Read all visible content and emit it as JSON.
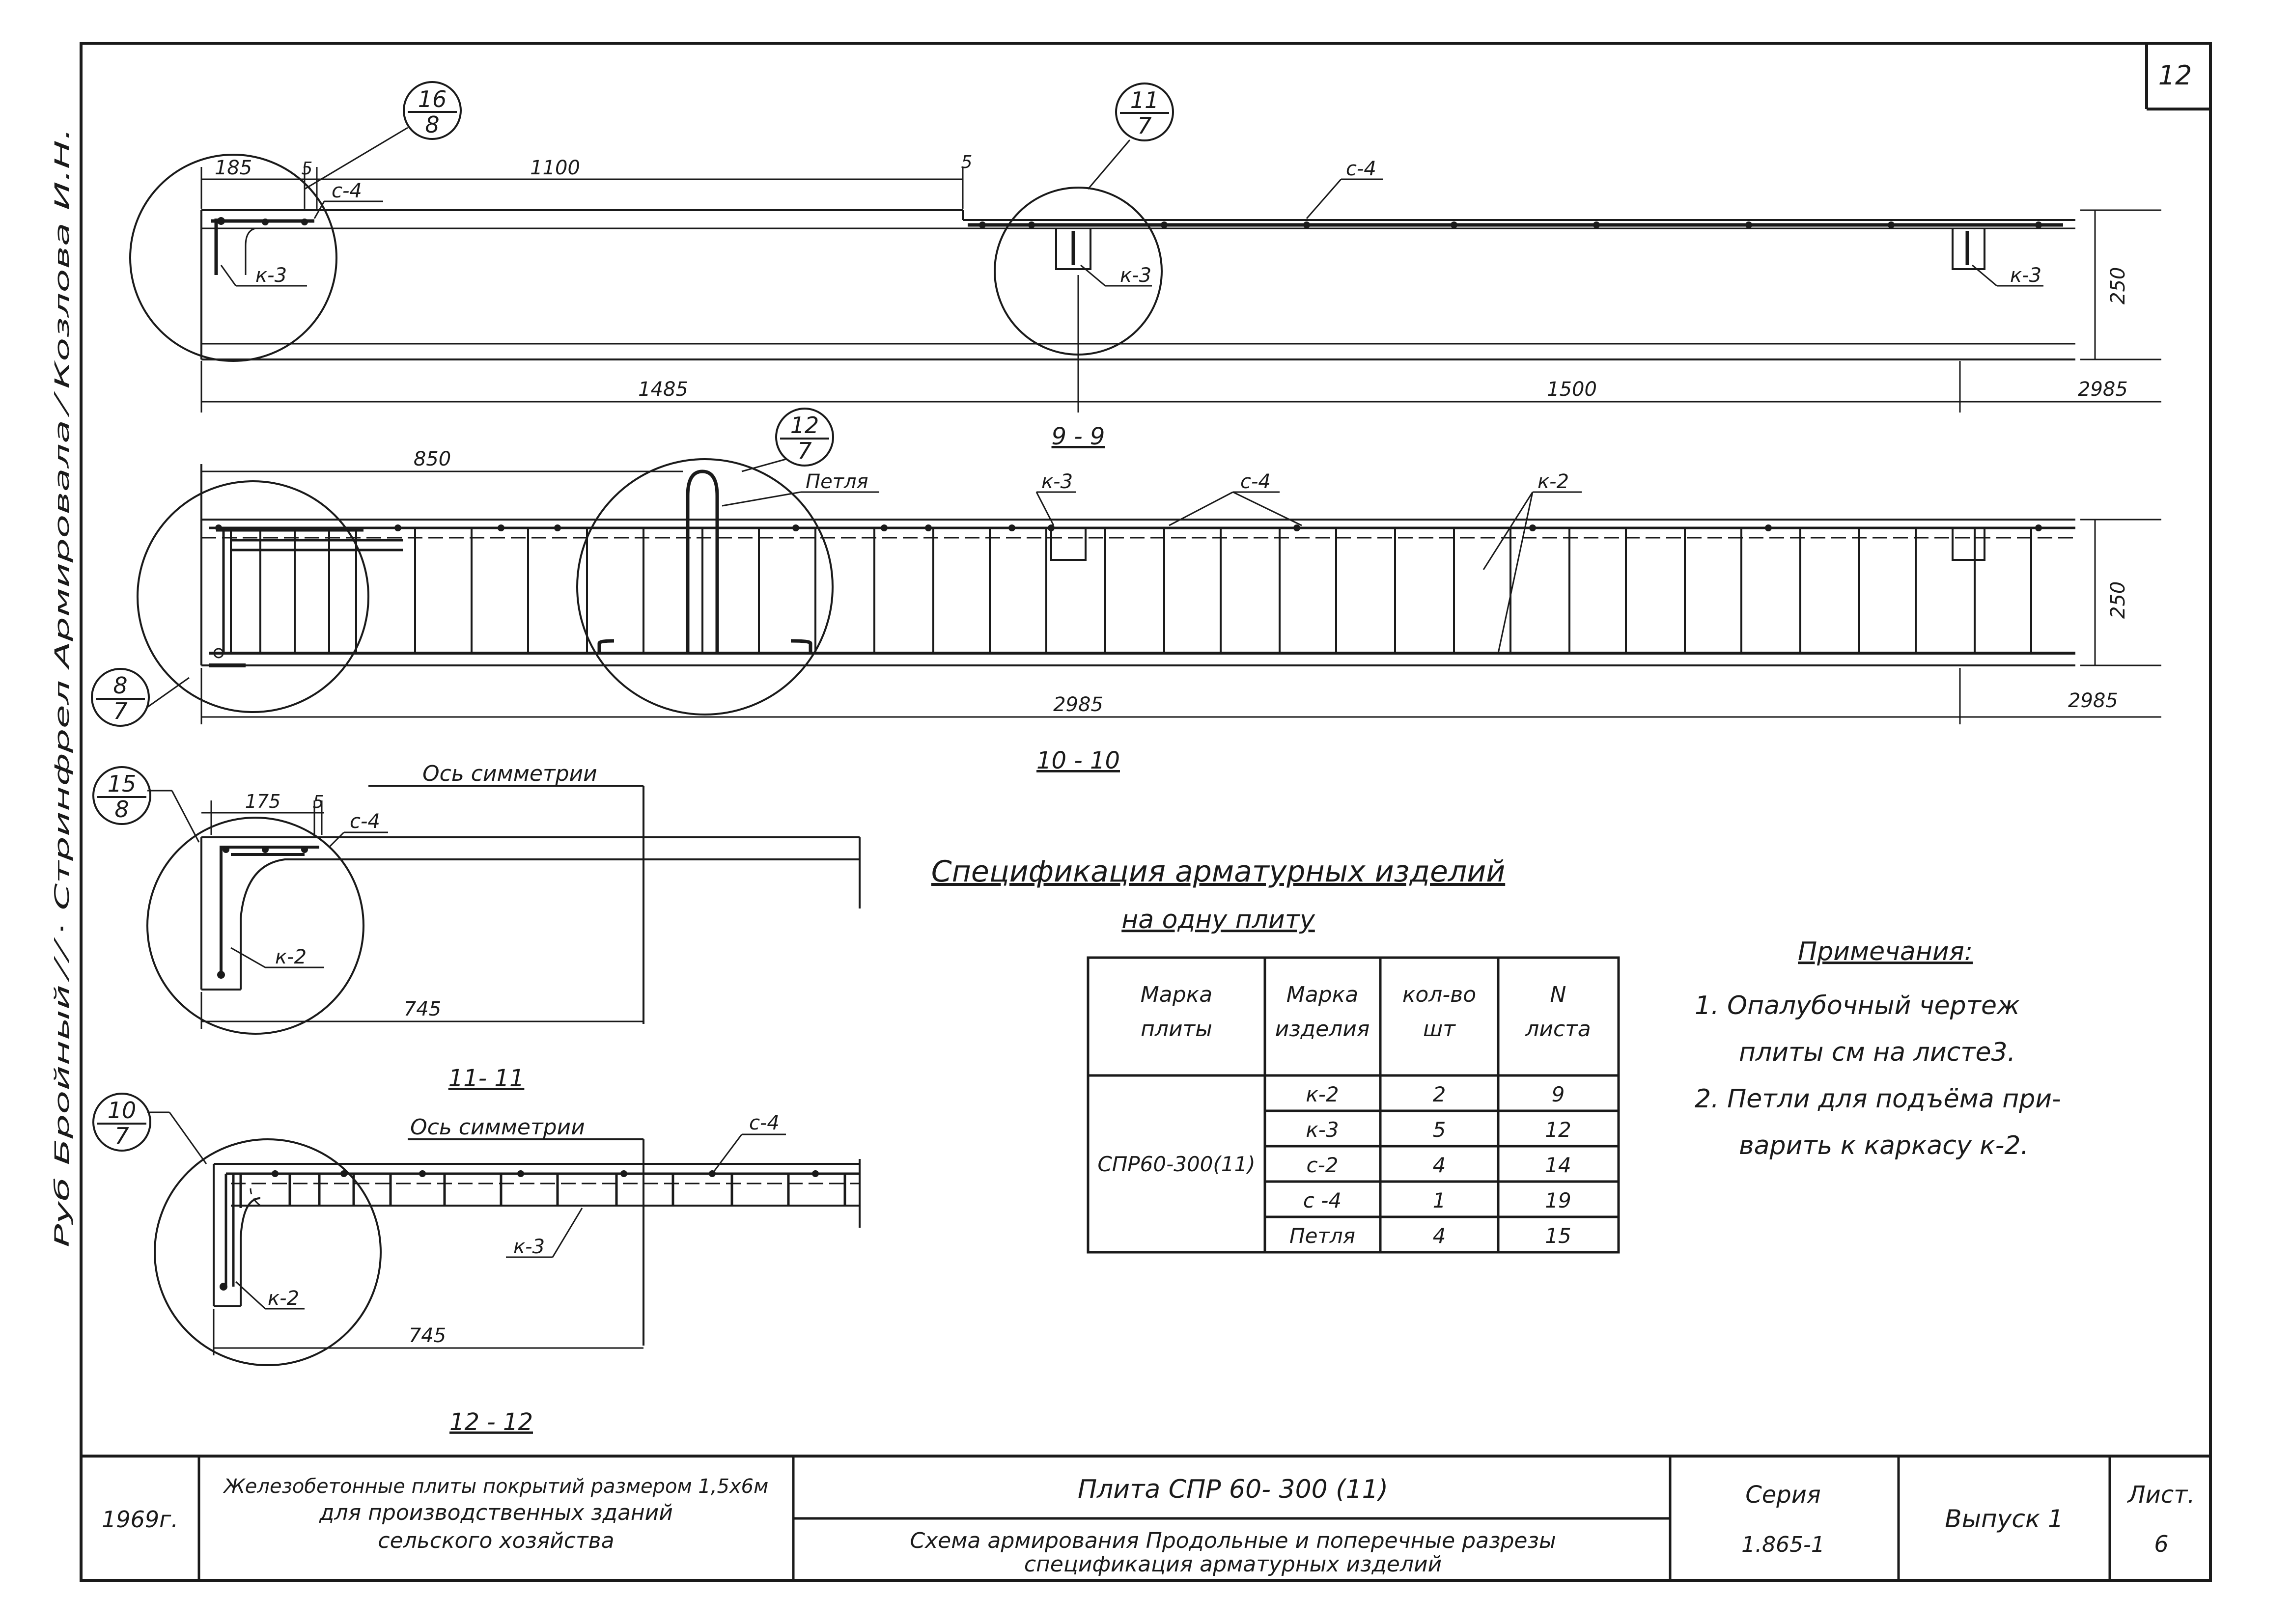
{
  "sheet": {
    "page_number": "12",
    "side_stamp": "Руб Бройный  ⁄ ⁄ ⋅   Стринфрел  Армировала  ⁄  Козлова И.Н."
  },
  "section_9_9": {
    "label": "9 - 9",
    "dims": {
      "d185": "185",
      "d5a": "5",
      "d1100": "1100",
      "d5b": "5",
      "d1485": "1485",
      "d1500": "1500",
      "d2985": "2985",
      "d250": "250"
    },
    "callouts": {
      "c1_top": "16",
      "c1_bot": "8",
      "c2_top": "11",
      "c2_bot": "7"
    },
    "labels": {
      "c4_left": "с-4",
      "c4_right": "с-4",
      "k3_left": "к-3",
      "k3_mid": "к-3",
      "k3_right": "к-3"
    }
  },
  "section_10_10": {
    "label": "10 - 10",
    "dims": {
      "d850": "850",
      "d2985": "2985",
      "d2985_right": "2985",
      "d250": "250"
    },
    "callouts": {
      "c1_top": "12",
      "c1_bot": "7",
      "c2_top": "8",
      "c2_bot": "7"
    },
    "labels": {
      "petlya": "Петля",
      "k3": "к-3",
      "c4": "с-4",
      "k2": "к-2"
    }
  },
  "section_11_11": {
    "label": "11- 11",
    "axis_label": "Ось симметрии",
    "dims": {
      "d175": "175",
      "d5": "5",
      "d745": "745"
    },
    "callout": {
      "top": "15",
      "bot": "8"
    },
    "labels": {
      "c4": "с-4",
      "k2": "к-2"
    }
  },
  "section_12_12": {
    "label": "12 - 12",
    "axis_label": "Ось симметрии",
    "dims": {
      "d745": "745"
    },
    "callout": {
      "top": "10",
      "bot": "7"
    },
    "labels": {
      "c4": "с-4",
      "k3": "к-3",
      "k2": "к-2"
    }
  },
  "spec": {
    "title": "Спецификация  арматурных  изделий",
    "subtitle": "на одну плиту",
    "headers": [
      [
        "Марка",
        "плиты"
      ],
      [
        "Марка",
        "изделия"
      ],
      [
        "кол-во",
        "шт"
      ],
      [
        "N",
        "листа"
      ]
    ],
    "slab_mark": "СПР60-300(11)",
    "rows": [
      {
        "item": "к-2",
        "qty": "2",
        "sheet": "9"
      },
      {
        "item": "к-3",
        "qty": "5",
        "sheet": "12"
      },
      {
        "item": "с-2",
        "qty": "4",
        "sheet": "14"
      },
      {
        "item": "с -4",
        "qty": "1",
        "sheet": "19"
      },
      {
        "item": "Петля",
        "qty": "4",
        "sheet": "15"
      }
    ]
  },
  "notes": {
    "title": "Примечания:",
    "lines": [
      "1.  Опалубочный  чертеж",
      "плиты  см  на  листе3.",
      "2.  Петли  для  подъёма  при-",
      "варить  к  каркасу  к-2."
    ]
  },
  "title_block": {
    "year": "1969г.",
    "desc": [
      "Железобетонные плиты покрытий размером 1,5х6м",
      "для  производственных  зданий",
      "сельского  хозяйства"
    ],
    "plate": "Плита  СПР 60- 300 (11)",
    "scheme": [
      "Схема армирования  Продольные  и  поперечные  разрезы",
      "спецификация  арматурных  изделий"
    ],
    "series_label": "Серия",
    "series_value": "1.865-1",
    "issue": "Выпуск 1",
    "sheet_label": "Лист.",
    "sheet_value": "6"
  }
}
